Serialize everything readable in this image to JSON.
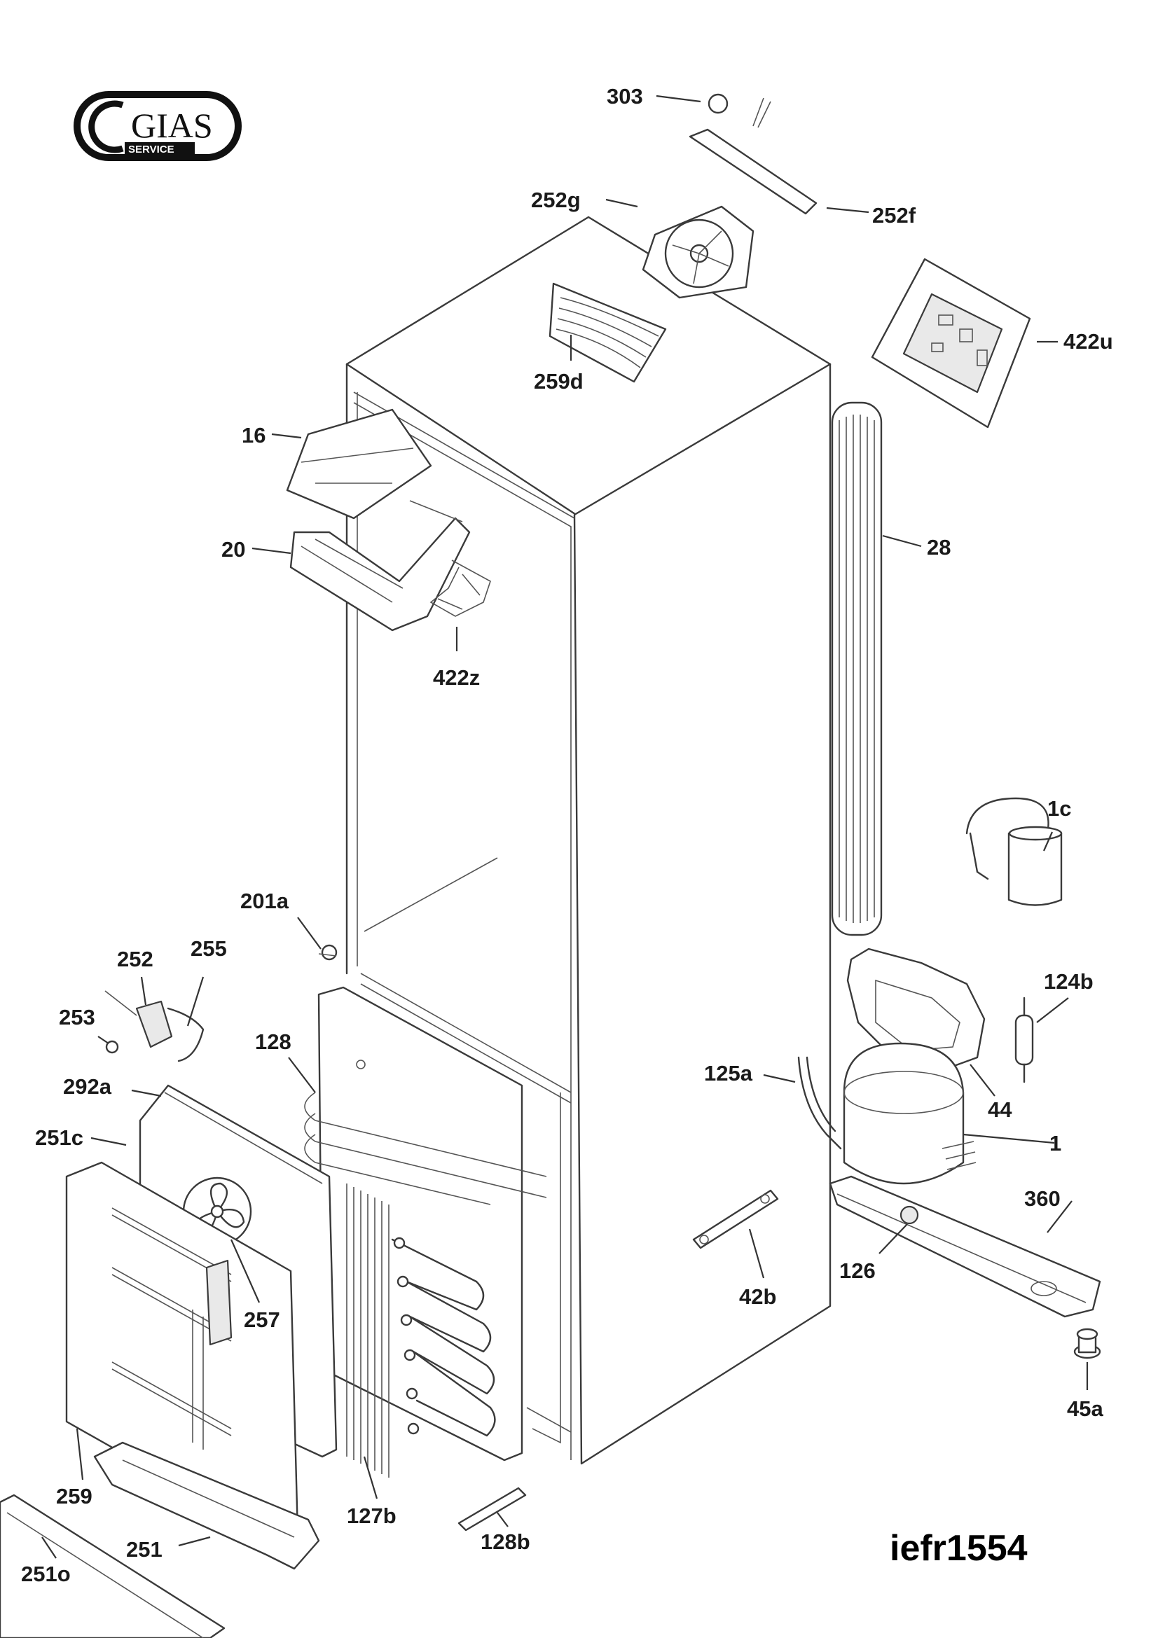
{
  "logo": {
    "brand": "GIAS",
    "tagline": "SERVICE"
  },
  "model_code": "iefr1554",
  "parts": [
    {
      "id": "303"
    },
    {
      "id": "252g"
    },
    {
      "id": "252f"
    },
    {
      "id": "422u"
    },
    {
      "id": "259d"
    },
    {
      "id": "16"
    },
    {
      "id": "20"
    },
    {
      "id": "422z"
    },
    {
      "id": "28"
    },
    {
      "id": "1c"
    },
    {
      "id": "201a"
    },
    {
      "id": "252"
    },
    {
      "id": "255"
    },
    {
      "id": "253"
    },
    {
      "id": "124b"
    },
    {
      "id": "128"
    },
    {
      "id": "125a"
    },
    {
      "id": "292a"
    },
    {
      "id": "44"
    },
    {
      "id": "1"
    },
    {
      "id": "251c"
    },
    {
      "id": "360"
    },
    {
      "id": "126"
    },
    {
      "id": "257"
    },
    {
      "id": "42b"
    },
    {
      "id": "45a"
    },
    {
      "id": "259"
    },
    {
      "id": "127b"
    },
    {
      "id": "128b"
    },
    {
      "id": "251"
    },
    {
      "id": "251o"
    }
  ]
}
